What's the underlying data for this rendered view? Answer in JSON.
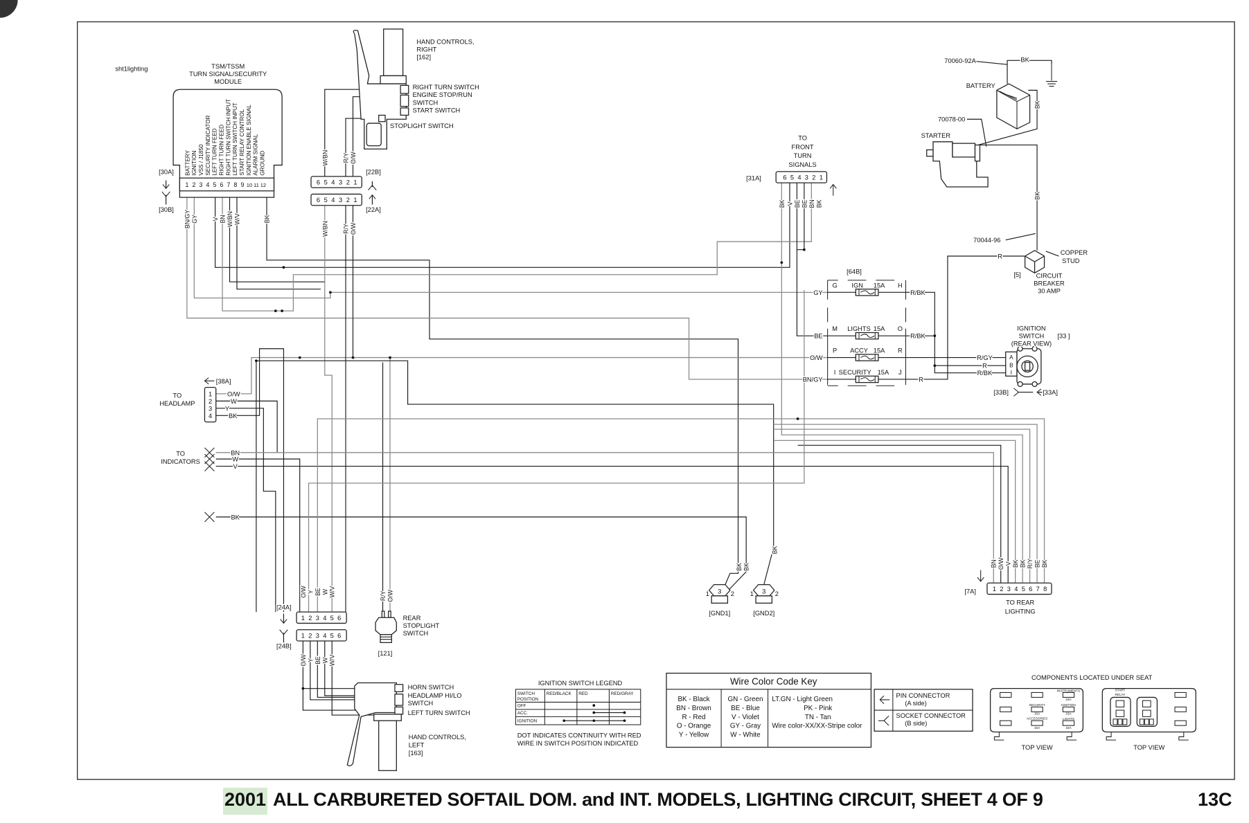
{
  "footer": {
    "year": "2001",
    "title": "ALL CARBURETED SOFTAIL DOM. and INT. MODELS, LIGHTING CIRCUIT, SHEET 4 OF 9",
    "page_number": "13C",
    "year_highlight_color": "#d7ead3"
  },
  "sheet_ref": "sht1lighting",
  "tsm": {
    "title1": "TSM/TSSM",
    "title2": "TURN SIGNAL/SECURITY",
    "title3": "MODULE",
    "pins": [
      "BATTERY",
      "IGNITION",
      "VSS / J1850",
      "SECURITY INDICATOR",
      "LEFT TURN FEED",
      "RIGHT TURN FEED",
      "RIGHT TURN SWITCH INPUT",
      "LEFT TURN SWITCH INPUT",
      "START RELAY CONTROL",
      "IGNITION ENABLE SIGNAL",
      "ALARM SIGNAL",
      "GROUND"
    ],
    "pin_numbers": [
      "1",
      "2",
      "3",
      "4",
      "5",
      "6",
      "7",
      "8",
      "9",
      "10",
      "11",
      "12"
    ],
    "conn_a": "[30A]",
    "conn_b": "[30B]",
    "wires": [
      "BN/GY",
      "GY",
      "V",
      "BN",
      "W/BN",
      "W/V",
      "BK"
    ]
  },
  "right_hand": {
    "l1": "HAND CONTROLS,",
    "l2": "RIGHT",
    "ref": "[162]",
    "sw1": "RIGHT TURN SWITCH",
    "sw2": "ENGINE STOP/RUN",
    "sw3": "SWITCH",
    "sw4": "START SWITCH",
    "stoplight": "STOPLIGHT SWITCH",
    "conn_b": "[22B]",
    "conn_a": "[22A]",
    "pins": [
      "6",
      "5",
      "4",
      "3",
      "2",
      "1"
    ],
    "wires_top": [
      "W/BN",
      "R/Y",
      "O/W"
    ],
    "wires_bottom": [
      "W/BN",
      "R/Y",
      "O/W"
    ]
  },
  "front": {
    "l1": "TO",
    "l2": "FRONT",
    "l3": "TURN",
    "l4": "SIGNALS",
    "conn": "[31A]",
    "pins": [
      "6",
      "5",
      "4",
      "3",
      "2",
      "1"
    ],
    "wires": [
      "BK",
      "V",
      "BE",
      "BE",
      "BN",
      "BK"
    ]
  },
  "power": {
    "battery_part": "70060-92A",
    "ground_wire": "BK",
    "battery": "BATTERY",
    "battery_wire": "BK",
    "starter_part": "70078-00",
    "starter": "STARTER",
    "starter_wire": "BK",
    "breaker_part": "70044-96",
    "breaker_wire": "R",
    "copper1": "COPPER",
    "copper2": "STUD",
    "breaker_ref": "[5]",
    "breaker1": "CIRCUIT",
    "breaker2": "BREAKER",
    "breaker3": "30 AMP"
  },
  "fuses": {
    "ref": "[64B]",
    "rows": [
      {
        "in_term": "G",
        "name": "IGN",
        "rating": "15A",
        "out_term": "H",
        "in_wire": "GY",
        "out_wire": "R/BK"
      },
      {
        "in_term": "M",
        "name": "LIGHTS",
        "rating": "15A",
        "out_term": "O",
        "in_wire": "BE",
        "out_wire": "R/BK"
      },
      {
        "in_term": "P",
        "name": "ACCY",
        "rating": "15A",
        "out_term": "R",
        "in_wire": "O/W",
        "out_wire": ""
      },
      {
        "in_term": "I",
        "name": "SECURITY",
        "rating": "15A",
        "out_term": "J",
        "in_wire": "BN/GY",
        "out_wire": "R"
      }
    ]
  },
  "ignition": {
    "l1": "IGNITION",
    "l2": "SWITCH",
    "l3": "(REAR VIEW)",
    "ref": "[33 ]",
    "wires": [
      "R/GY",
      "R",
      "R/BK"
    ],
    "terms": [
      "A",
      "B",
      "I"
    ],
    "conn_b": "[33B]",
    "conn_a": "[33A]"
  },
  "headlamp": {
    "conn": "[38A]",
    "l1": "TO",
    "l2": "HEADLAMP",
    "pins": [
      "1",
      "2",
      "3",
      "4"
    ],
    "wires": [
      "O/W",
      "W",
      "Y",
      "BK"
    ]
  },
  "indicators": {
    "l1": "TO",
    "l2": "INDICATORS",
    "wires": [
      "BN",
      "W",
      "V"
    ],
    "ground_wire": "BK"
  },
  "left_conn": {
    "conn_a": "[24A]",
    "conn_b": "[24B]",
    "pins": [
      "1",
      "2",
      "3",
      "4",
      "5",
      "6"
    ],
    "wires_top": [
      "O/W",
      "Y",
      "BE",
      "W",
      "W/V"
    ],
    "wires_bottom": [
      "O/W",
      "Y",
      "BE",
      "W",
      "W/V"
    ]
  },
  "rear_stop": {
    "wires": [
      "R/Y",
      "O/W"
    ],
    "l1": "REAR",
    "l2": "STOPLIGHT",
    "l3": "SWITCH",
    "ref": "[121]"
  },
  "left_hand": {
    "sw1": "HORN SWITCH",
    "sw2": "HEADLAMP HI/LO",
    "sw3": "SWITCH",
    "sw4": "LEFT TURN SWITCH",
    "l1": "HAND CONTROLS,",
    "l2": "LEFT",
    "ref": "[163]"
  },
  "grounds": [
    {
      "ref": "[GND1]",
      "num": "3",
      "t1": "1",
      "t2": "2",
      "wires": [
        "BK",
        "BK"
      ]
    },
    {
      "ref": "[GND2]",
      "num": "3",
      "t1": "1",
      "t2": "2",
      "wires": [
        "BK"
      ]
    }
  ],
  "rear": {
    "conn": "[7A]",
    "pins": [
      "1",
      "2",
      "3",
      "4",
      "5",
      "6",
      "7",
      "8"
    ],
    "wires": [
      "BN",
      "O/W",
      "V",
      "BK",
      "BK",
      "R/Y",
      "BE",
      "BK"
    ],
    "l1": "TO REAR",
    "l2": "LIGHTING"
  },
  "ign_legend": {
    "title": "IGNITION SWITCH LEGEND",
    "h_pos1": "SWITCH",
    "h_pos2": "POSITION",
    "headers": [
      "RED/BLACK",
      "RED",
      "RED/GRAY"
    ],
    "rows": [
      {
        "pos": "OFF",
        "dots": [
          false,
          true,
          false
        ]
      },
      {
        "pos": "ACC.",
        "dots": [
          false,
          true,
          true
        ]
      },
      {
        "pos": "IGNITION",
        "dots": [
          true,
          true,
          true
        ]
      }
    ],
    "note1": "DOT INDICATES CONTINUITY WITH RED",
    "note2": "WIRE IN SWITCH POSITION INDICATED"
  },
  "color_key": {
    "title": "Wire Color Code Key",
    "col1": [
      "BK - Black",
      "BN - Brown",
      "R - Red",
      "O - Orange",
      "Y - Yellow"
    ],
    "col2": [
      "GN - Green",
      "BE - Blue",
      "V - Violet",
      "GY - Gray",
      "W - White"
    ],
    "col3": [
      "LT.GN - Light Green",
      "PK - Pink",
      "TN - Tan",
      "Wire color-XX/XX-Stripe color"
    ]
  },
  "connector_key": {
    "pin": "PIN CONNECTOR",
    "pin_side": "(A side)",
    "socket": "SOCKET CONNECTOR",
    "socket_side": "(B side)"
  },
  "under_seat": {
    "title": "COMPONENTS LOCATED UNDER SEAT",
    "view1": "TOP VIEW",
    "view2": "TOP VIEW",
    "instruments": "INSTRUMENTS",
    "security": "SECURITY",
    "ignition": "IGNITION",
    "accessories": "ACCESORIES",
    "lights": "LIGHTS",
    "rating": "15A",
    "relay1": "START",
    "relay2": "RELAY"
  }
}
